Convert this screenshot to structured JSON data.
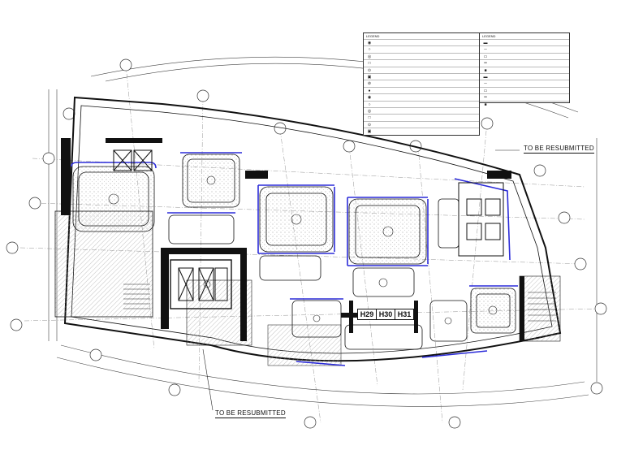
{
  "annotations": {
    "resubmit_1": "TO BE RESUBMITTED",
    "resubmit_2": "TO BE RESUBMITTED"
  },
  "rooms": [
    "H29",
    "H30",
    "H31"
  ],
  "legend_left": {
    "title": "LEGEND",
    "rows": [
      "",
      "",
      "",
      "",
      "",
      "",
      "",
      "",
      "",
      "",
      "",
      "",
      "",
      ""
    ]
  },
  "legend_right": {
    "title": "LEGEND",
    "rows": [
      "",
      "",
      "",
      "",
      "",
      "",
      "",
      "",
      "",
      ""
    ]
  },
  "colors": {
    "line": "#111111",
    "accent": "#2b2bd9"
  }
}
